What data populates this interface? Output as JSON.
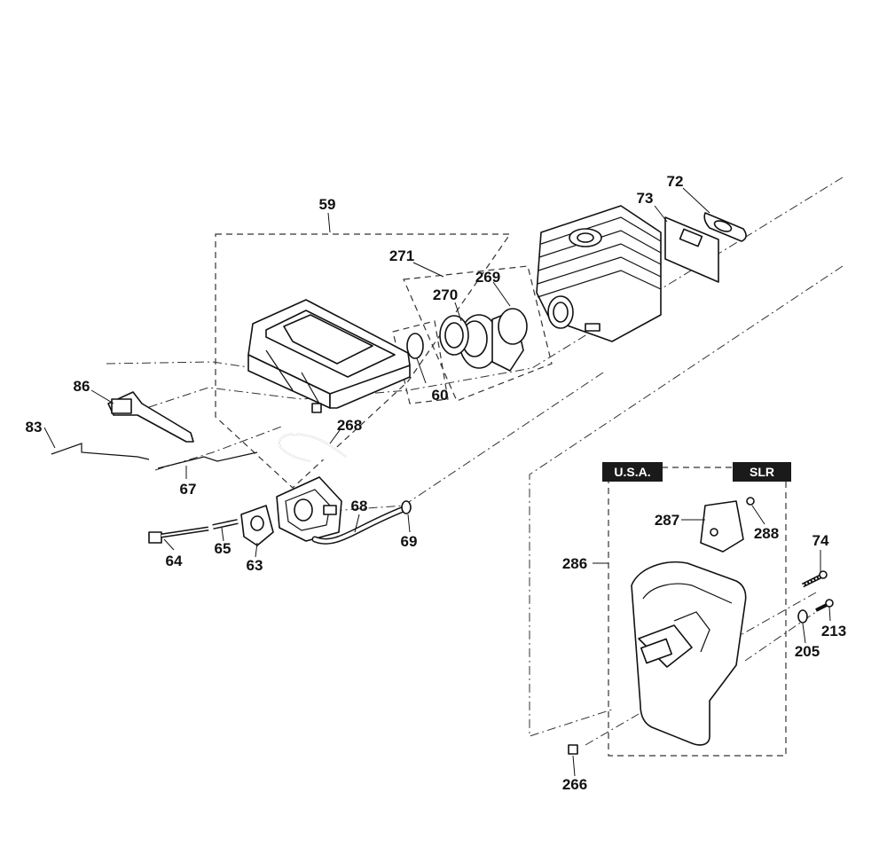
{
  "parts": {
    "p59": "59",
    "p271": "271",
    "p270": "270",
    "p269": "269",
    "p72": "72",
    "p73": "73",
    "p60": "60",
    "p86": "86",
    "p83": "83",
    "p268": "268",
    "p67": "67",
    "p68": "68",
    "p69": "69",
    "p64": "64",
    "p65": "65",
    "p63": "63",
    "p287": "287",
    "p288": "288",
    "p286": "286",
    "p74": "74",
    "p213": "213",
    "p205": "205",
    "p266": "266"
  },
  "badges": {
    "usa": "U.S.A.",
    "slr": "SLR"
  },
  "colors": {
    "ink": "#111111",
    "badge_bg": "#1a1a1a",
    "background": "#ffffff"
  }
}
